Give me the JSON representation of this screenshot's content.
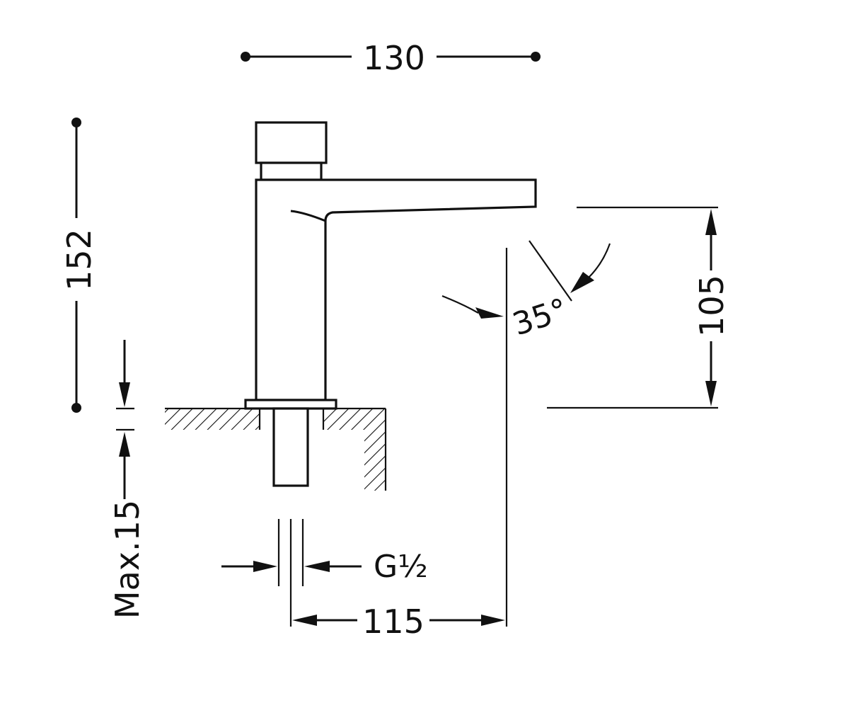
{
  "dimensions": {
    "overall_width": "130",
    "overall_height": "152",
    "spout_height": "105",
    "spout_reach": "115",
    "spray_angle": "35°",
    "max_deck_thickness": "Max.15",
    "thread": "G½"
  },
  "colors": {
    "line": "#111111",
    "background": "#ffffff"
  }
}
